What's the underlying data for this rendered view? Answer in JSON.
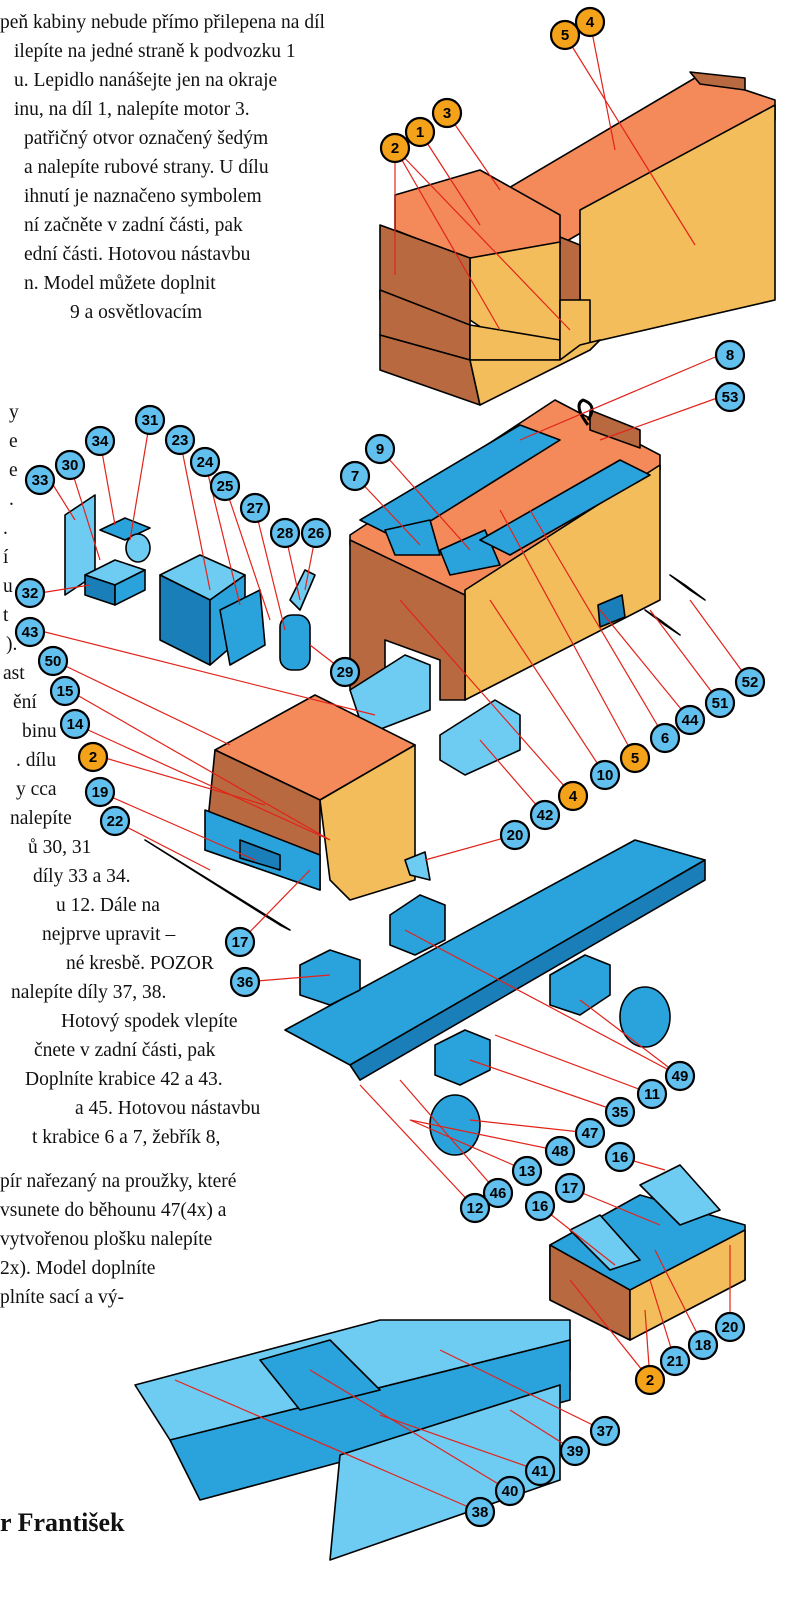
{
  "text_lines": [
    "peň kabiny nebude přímo přilepena na díl",
    "ilepíte na jedné straně k podvozku 1",
    "u. Lepidlo nanášejte jen na okraje",
    "inu, na díl 1, nalepíte motor 3.",
    "patřičný otvor označený šedým",
    "a nalepíte rubové strany. U dílu",
    "ihnutí je naznačeno symbolem",
    "ní  začněte  v  zadní  části,  pak",
    "ední části. Hotovou nástavbu",
    "n. Model můžete doplnit",
    "9  a  osvětlovacím",
    "y",
    "e",
    "e",
    ".",
    ".",
    "í",
    "u",
    "t",
    ").",
    "ast",
    "ění",
    "binu",
    ". dílu",
    "y  cca",
    "nalepíte",
    "ů 30, 31",
    "díly 33 a 34.",
    "u  12.  Dále  na",
    "nejprve upravit –",
    "né kresbě. POZOR",
    "nalepíte díly 37, 38.",
    "Hotový spodek vlepíte",
    "čnete v zadní části, pak",
    "Doplníte krabice 42 a 43.",
    "a  45.  Hotovou  nástavbu",
    "t  krabice  6  a  7,  žebřík  8,",
    "pír nařezaný na proužky, které",
    "vsunete do běhounu 47(4x) a",
    "vytvořenou plošku nalepíte",
    "2x).  Model  doplníte",
    "plníte  sací  a  vý-"
  ],
  "signature": "r František",
  "callouts": [
    {
      "label": "4",
      "color": "orange"
    },
    {
      "label": "5",
      "color": "orange"
    },
    {
      "label": "3",
      "color": "orange"
    },
    {
      "label": "1",
      "color": "orange"
    },
    {
      "label": "2",
      "color": "orange"
    },
    {
      "label": "8",
      "color": "blue"
    },
    {
      "label": "53",
      "color": "blue"
    },
    {
      "label": "9",
      "color": "blue"
    },
    {
      "label": "7",
      "color": "blue"
    },
    {
      "label": "31",
      "color": "blue"
    },
    {
      "label": "23",
      "color": "blue"
    },
    {
      "label": "34",
      "color": "blue"
    },
    {
      "label": "24",
      "color": "blue"
    },
    {
      "label": "30",
      "color": "blue"
    },
    {
      "label": "25",
      "color": "blue"
    },
    {
      "label": "33",
      "color": "blue"
    },
    {
      "label": "27",
      "color": "blue"
    },
    {
      "label": "28",
      "color": "blue"
    },
    {
      "label": "26",
      "color": "blue"
    },
    {
      "label": "32",
      "color": "blue"
    },
    {
      "label": "43",
      "color": "blue"
    },
    {
      "label": "29",
      "color": "blue"
    },
    {
      "label": "50",
      "color": "blue"
    },
    {
      "label": "52",
      "color": "blue"
    },
    {
      "label": "51",
      "color": "blue"
    },
    {
      "label": "15",
      "color": "blue"
    },
    {
      "label": "44",
      "color": "blue"
    },
    {
      "label": "14",
      "color": "blue"
    },
    {
      "label": "6",
      "color": "blue"
    },
    {
      "label": "2",
      "color": "orange"
    },
    {
      "label": "5",
      "color": "orange"
    },
    {
      "label": "10",
      "color": "blue"
    },
    {
      "label": "19",
      "color": "blue"
    },
    {
      "label": "4",
      "color": "orange"
    },
    {
      "label": "42",
      "color": "blue"
    },
    {
      "label": "22",
      "color": "blue"
    },
    {
      "label": "20",
      "color": "blue"
    },
    {
      "label": "17",
      "color": "blue"
    },
    {
      "label": "36",
      "color": "blue"
    },
    {
      "label": "49",
      "color": "blue"
    },
    {
      "label": "11",
      "color": "blue"
    },
    {
      "label": "35",
      "color": "blue"
    },
    {
      "label": "47",
      "color": "blue"
    },
    {
      "label": "48",
      "color": "blue"
    },
    {
      "label": "16",
      "color": "blue"
    },
    {
      "label": "13",
      "color": "blue"
    },
    {
      "label": "46",
      "color": "blue"
    },
    {
      "label": "12",
      "color": "blue"
    },
    {
      "label": "17",
      "color": "blue"
    },
    {
      "label": "16",
      "color": "blue"
    },
    {
      "label": "20",
      "color": "blue"
    },
    {
      "label": "18",
      "color": "blue"
    },
    {
      "label": "21",
      "color": "blue"
    },
    {
      "label": "2",
      "color": "orange"
    },
    {
      "label": "37",
      "color": "blue"
    },
    {
      "label": "39",
      "color": "blue"
    },
    {
      "label": "41",
      "color": "blue"
    },
    {
      "label": "40",
      "color": "blue"
    },
    {
      "label": "38",
      "color": "blue"
    }
  ],
  "colors": {
    "badge_blue": "#62c0ee",
    "badge_orange": "#f5a21b",
    "leader": "#e2231a",
    "part_blue": "#2aa3dc",
    "part_blue_dark": "#1a7fb8",
    "part_blue_light": "#6ecbf2",
    "part_orange_top": "#f48a5a",
    "part_orange_front": "#f3bd5c",
    "part_brown": "#b9693f"
  }
}
